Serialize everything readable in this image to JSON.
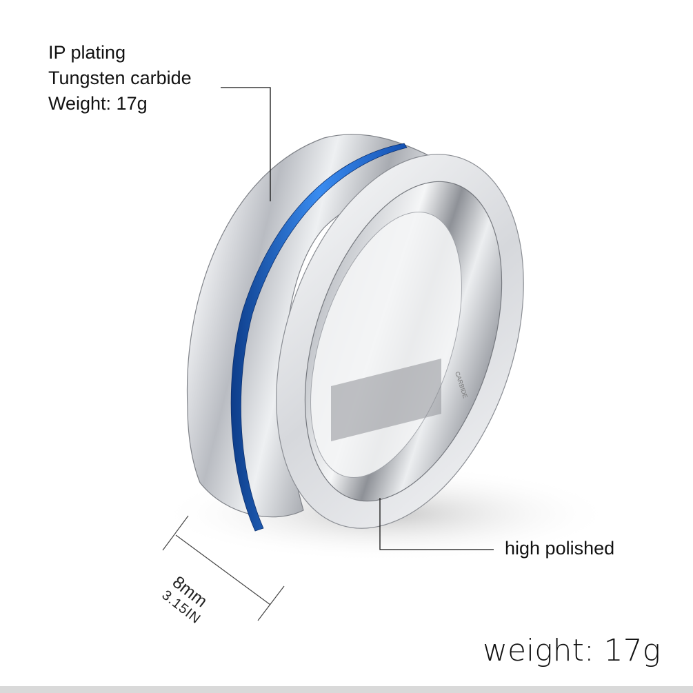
{
  "spec_labels": {
    "line1": "IP plating",
    "line2": "Tungsten carbide",
    "line3": "Weight: 17g"
  },
  "finish_label": "high polished",
  "dimension": {
    "width_mm": "8mm",
    "width_in": "3.15IN"
  },
  "weight_caption": "weight:  17g",
  "ring": {
    "engraving": "CARBIDE",
    "groove_color": "#1f6fd6",
    "metal_color": "#c9ccd1"
  }
}
